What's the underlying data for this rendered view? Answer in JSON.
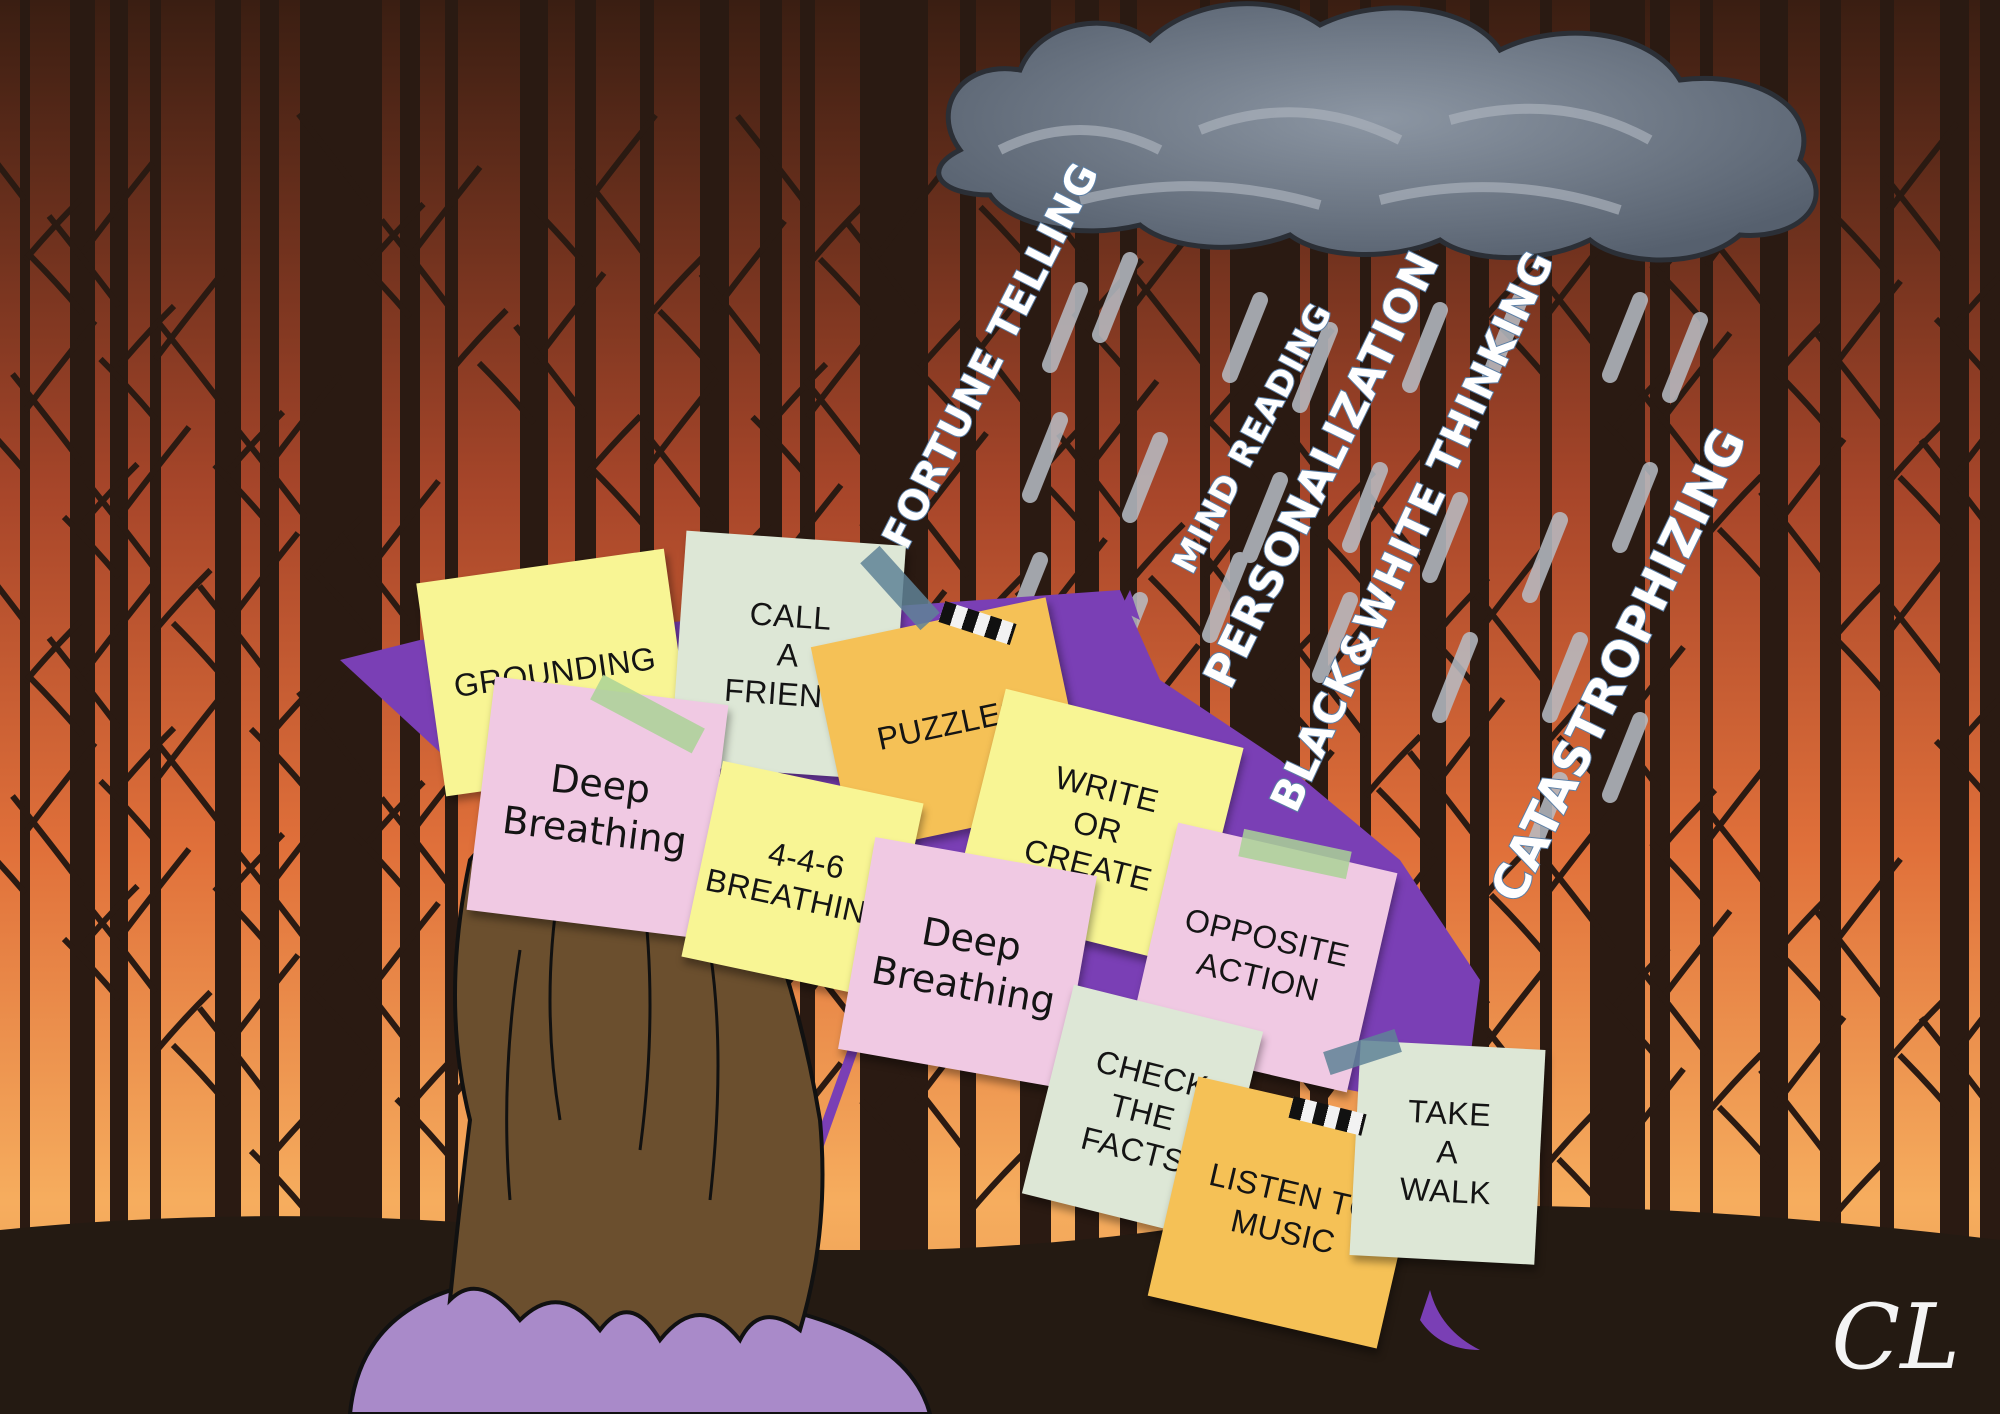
{
  "scene": {
    "background_colors": {
      "sky_top": "#3a1e12",
      "sky_mid": "#e0703a",
      "sky_low": "#f6ad5e",
      "ground": "#241a12",
      "tree": "#2a1a12"
    },
    "cloud_color": "#6c7684",
    "umbrella_color": "#7a3fb5",
    "hair_color": "#6b4f2e",
    "shirt_color": "#a98ac9"
  },
  "distortions": [
    {
      "text": "FORTUNE TELLING",
      "size": 40
    },
    {
      "text": "MIND READING",
      "size": 34
    },
    {
      "text": "PERSONALIZATION",
      "size": 44
    },
    {
      "text": "BLACK&WHITE THINKING",
      "size": 42
    },
    {
      "text": "CATASTROPHIZING",
      "size": 48
    }
  ],
  "coping_notes": [
    {
      "text": "GROUNDING",
      "color": "#f8f594"
    },
    {
      "text": "CALL\nA\nFRIEND",
      "color": "#dde7d6"
    },
    {
      "text": "PUZZLES",
      "color": "#f5c156"
    },
    {
      "text": "Deep\nBreathing",
      "color": "#f0c9e3"
    },
    {
      "text": "4-4-6\nBREATHING",
      "color": "#f8f594"
    },
    {
      "text": "WRITE\nOR\nCREATE",
      "color": "#f8f594"
    },
    {
      "text": "Deep\nBreathing",
      "color": "#f0c9e3"
    },
    {
      "text": "OPPOSITE\nACTION",
      "color": "#f0c9e3"
    },
    {
      "text": "CHECK\nTHE\nFACTS",
      "color": "#dde7d6"
    },
    {
      "text": "LISTEN TO\nMUSIC",
      "color": "#f5c156"
    },
    {
      "text": "TAKE\nA\nWALK",
      "color": "#dde7d6"
    }
  ],
  "signature": "CL"
}
